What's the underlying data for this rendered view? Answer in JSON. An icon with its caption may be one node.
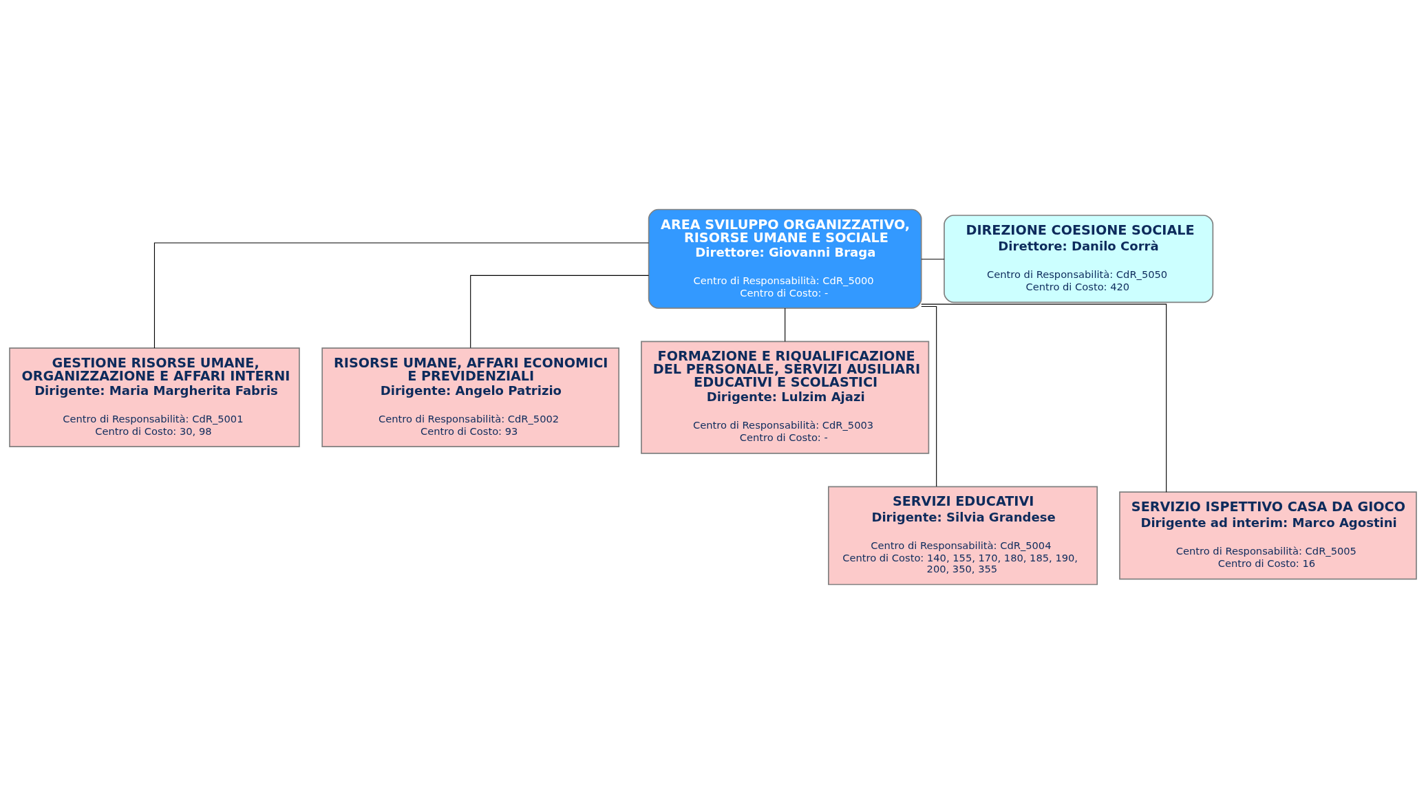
{
  "diagram": {
    "nodes": [
      {
        "text": [
          "AREA SVILUPPO ORGANIZZATIVO, RISORSE UMANE E SOCIALE",
          "Direttore: Giovanni Braga",
          "Centro di Responsabilità: CdR_5000",
          "Centro di Costo: -"
        ]
      },
      {
        "text": [
          "DIREZIONE COESIONE SOCIALE",
          "Direttore: Danilo Corrà",
          "Centro di Responsabilità: CdR_5050",
          "Centro di Costo: 420"
        ]
      },
      {
        "text": [
          "GESTIONE RISORSE UMANE, ORGANIZZAZIONE E AFFARI INTERNI",
          "Dirigente: Maria Margherita Fabris",
          "Centro di Responsabilità: CdR_5001",
          "Centro di Costo: 30, 98"
        ]
      },
      {
        "text": [
          "RISORSE UMANE, AFFARI ECONOMICI E PREVIDENZIALI",
          "Dirigente: Angelo Patrizio",
          "Centro di Responsabilità: CdR_5002",
          "Centro di Costo: 93"
        ]
      },
      {
        "text": [
          "FORMAZIONE E RIQUALIFICAZIONE DEL PERSONALE, SERVIZI AUSILIARI EDUCATIVI E SCOLASTICI",
          "Dirigente: Lulzim Ajazi",
          "Centro di Responsabilità: CdR_5003",
          "Centro di Costo: -"
        ]
      },
      {
        "text": [
          "SERVIZI EDUCATIVI",
          "Dirigente: Silvia Grandese",
          "Centro di Responsabilità: CdR_5004",
          "Centro di Costo: 140, 155, 170, 180, 185, 190, 200, 350, 355"
        ]
      },
      {
        "text": [
          "SERVIZIO ISPETTIVO CASA DA GIOCO",
          "Dirigente ad interim: Marco Agostini",
          "Centro di Responsabilità: CdR_5005",
          "Centro di Costo: 16"
        ]
      }
    ],
    "edges": [
      {
        "from": 0,
        "to": 1,
        "arrow": "none"
      },
      {
        "from": 0,
        "to": 2,
        "arrow": "none"
      },
      {
        "from": 0,
        "to": 5,
        "arrow": "none"
      },
      {
        "from": 0,
        "to": 3,
        "arrow": "none"
      },
      {
        "from": 0,
        "to": 6,
        "arrow": "none"
      },
      {
        "from": 0,
        "to": 4,
        "arrow": "none"
      }
    ]
  }
}
